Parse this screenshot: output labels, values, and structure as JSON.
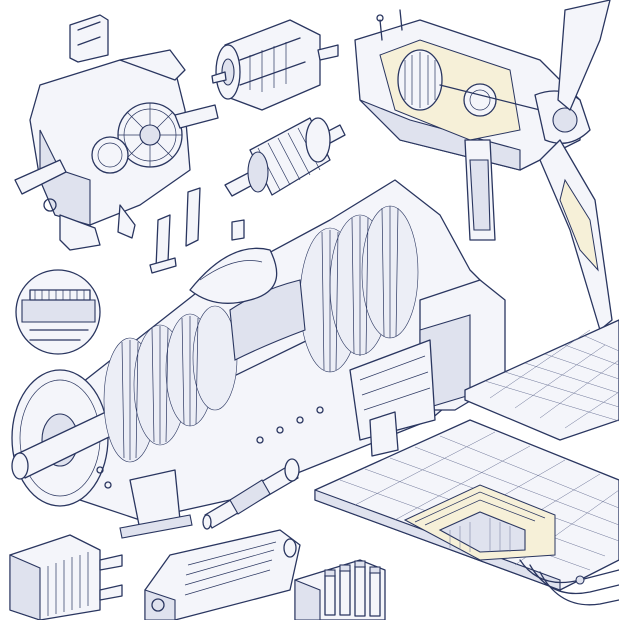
{
  "illustration": {
    "components": [
      {
        "name": "gearbox-assembly"
      },
      {
        "name": "small-motor-cutaway"
      },
      {
        "name": "rotor-armature"
      },
      {
        "name": "wind-turbine-nacelle"
      },
      {
        "name": "gas-turbine-cutaway"
      },
      {
        "name": "bearing-detail-inset"
      },
      {
        "name": "turbine-blade-parts"
      },
      {
        "name": "fuel-injector"
      },
      {
        "name": "solar-panel-array"
      },
      {
        "name": "heat-exchanger"
      },
      {
        "name": "battery-pack"
      },
      {
        "name": "inverter-module"
      }
    ],
    "colors": {
      "line": "#2a3660",
      "paper": "#ffffff",
      "fill": "#f4f5fa",
      "accent": "#f6f0d8"
    }
  }
}
